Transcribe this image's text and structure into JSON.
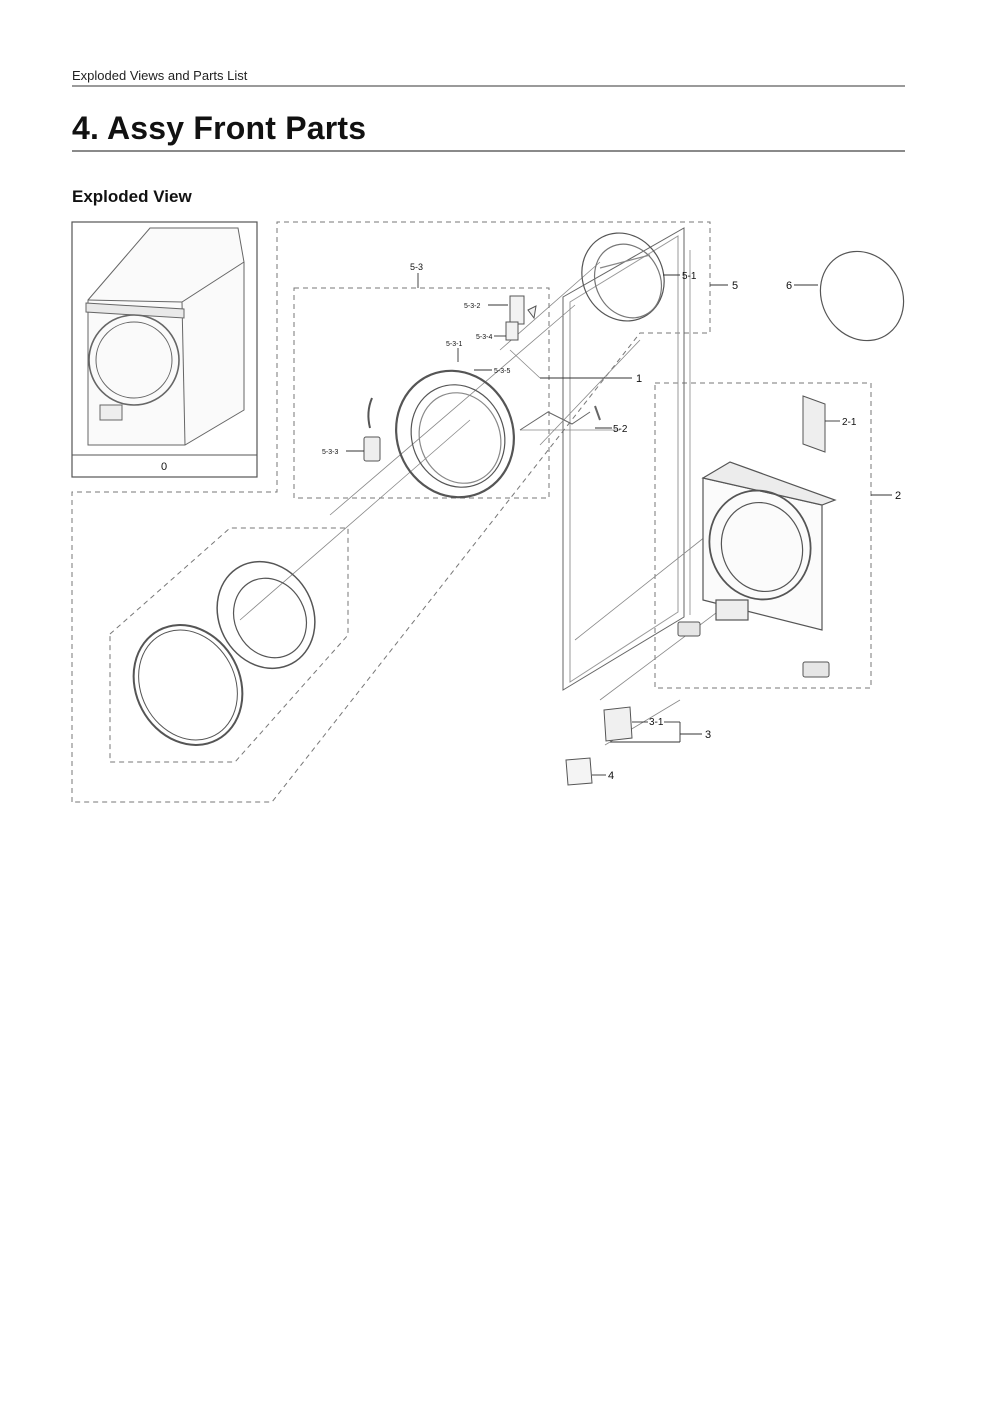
{
  "header": {
    "running_title": "Exploded Views and Parts List"
  },
  "section": {
    "title": "4.  Assy Front Parts"
  },
  "subsection": {
    "title": "Exploded View"
  },
  "diagram": {
    "labels": {
      "p0": "0",
      "p1": "1",
      "p2": "2",
      "p2_1": "2-1",
      "p3": "3",
      "p3_1": "3-1",
      "p4": "4",
      "p5": "5",
      "p5_1": "5-1",
      "p5_2": "5-2",
      "p5_3": "5-3",
      "p5_3_1": "5-3-1",
      "p5_3_2": "5-3-2",
      "p5_3_3": "5-3-3",
      "p5_3_4": "5-3-4",
      "p5_3_5": "5-3-5",
      "p6": "6"
    }
  }
}
